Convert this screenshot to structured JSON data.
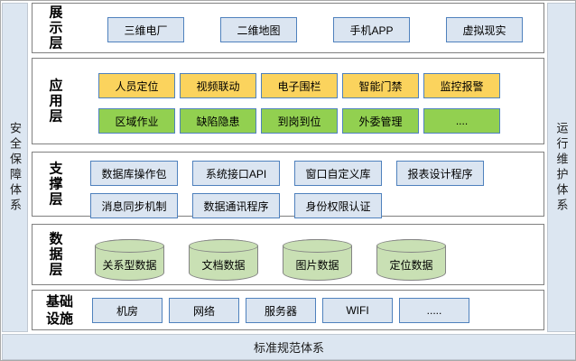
{
  "frame": {
    "left_band": "安全保障体系",
    "right_band": "运行维护体系",
    "bottom_band": "标准规范体系"
  },
  "layers": [
    {
      "label": "展示层",
      "items": [
        "三维电厂",
        "二维地图",
        "手机APP",
        "虚拟现实"
      ]
    },
    {
      "label": "应用层",
      "row1": [
        "人员定位",
        "视频联动",
        "电子围栏",
        "智能门禁",
        "监控报警"
      ],
      "row2": [
        "区域作业",
        "缺陷隐患",
        "到岗到位",
        "外委管理",
        "...."
      ]
    },
    {
      "label": "支撑层",
      "row1": [
        "数据库操作包",
        "系统接口API",
        "窗口自定义库",
        "报表设计程序"
      ],
      "row2": [
        "消息同步机制",
        "数据通讯程序",
        "身份权限认证"
      ]
    },
    {
      "label": "数据层",
      "items": [
        "关系型数据",
        "文档数据",
        "图片数据",
        "定位数据"
      ]
    },
    {
      "label": "基础设施",
      "items": [
        "机房",
        "网络",
        "服务器",
        "WIFI",
        "....."
      ]
    }
  ],
  "colors": {
    "band_fill": "#dce6f1",
    "blue_item_fill": "#dbe5f1",
    "yellow_item_fill": "#fbd35d",
    "green_item_fill": "#92d050",
    "cylinder_fill": "#c9e0b4",
    "item_border": "#4f81bd",
    "layer_border": "#808080"
  }
}
